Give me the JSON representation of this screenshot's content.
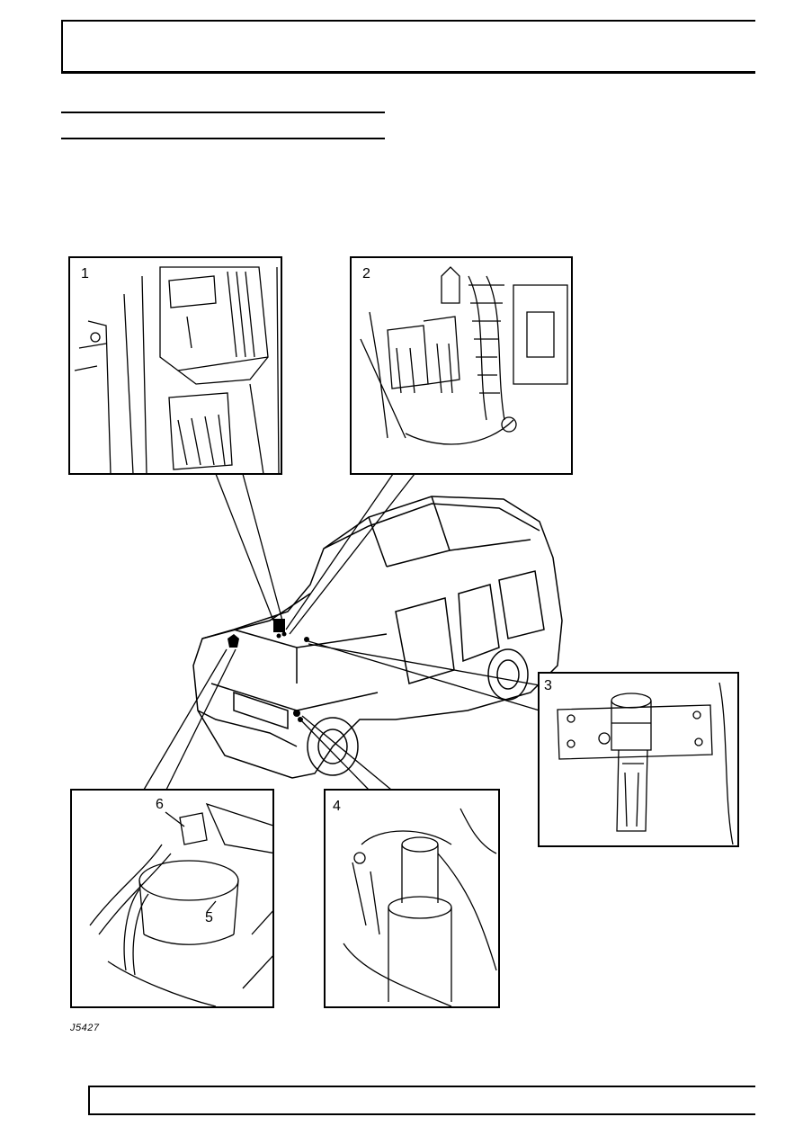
{
  "figure": {
    "code": "J5427",
    "panels": [
      {
        "label": "1"
      },
      {
        "label": "2"
      },
      {
        "label": "3"
      },
      {
        "label": "4"
      },
      {
        "label": "6"
      }
    ],
    "callouts": {
      "item_5": "5",
      "item_6": "6"
    },
    "icons": [
      "vehicle-illustration",
      "ecu-module-drawing",
      "relay-connectors-drawing",
      "sensor-bracket-drawing",
      "fuel-filter-drawing",
      "filter-housing-drawing"
    ]
  }
}
